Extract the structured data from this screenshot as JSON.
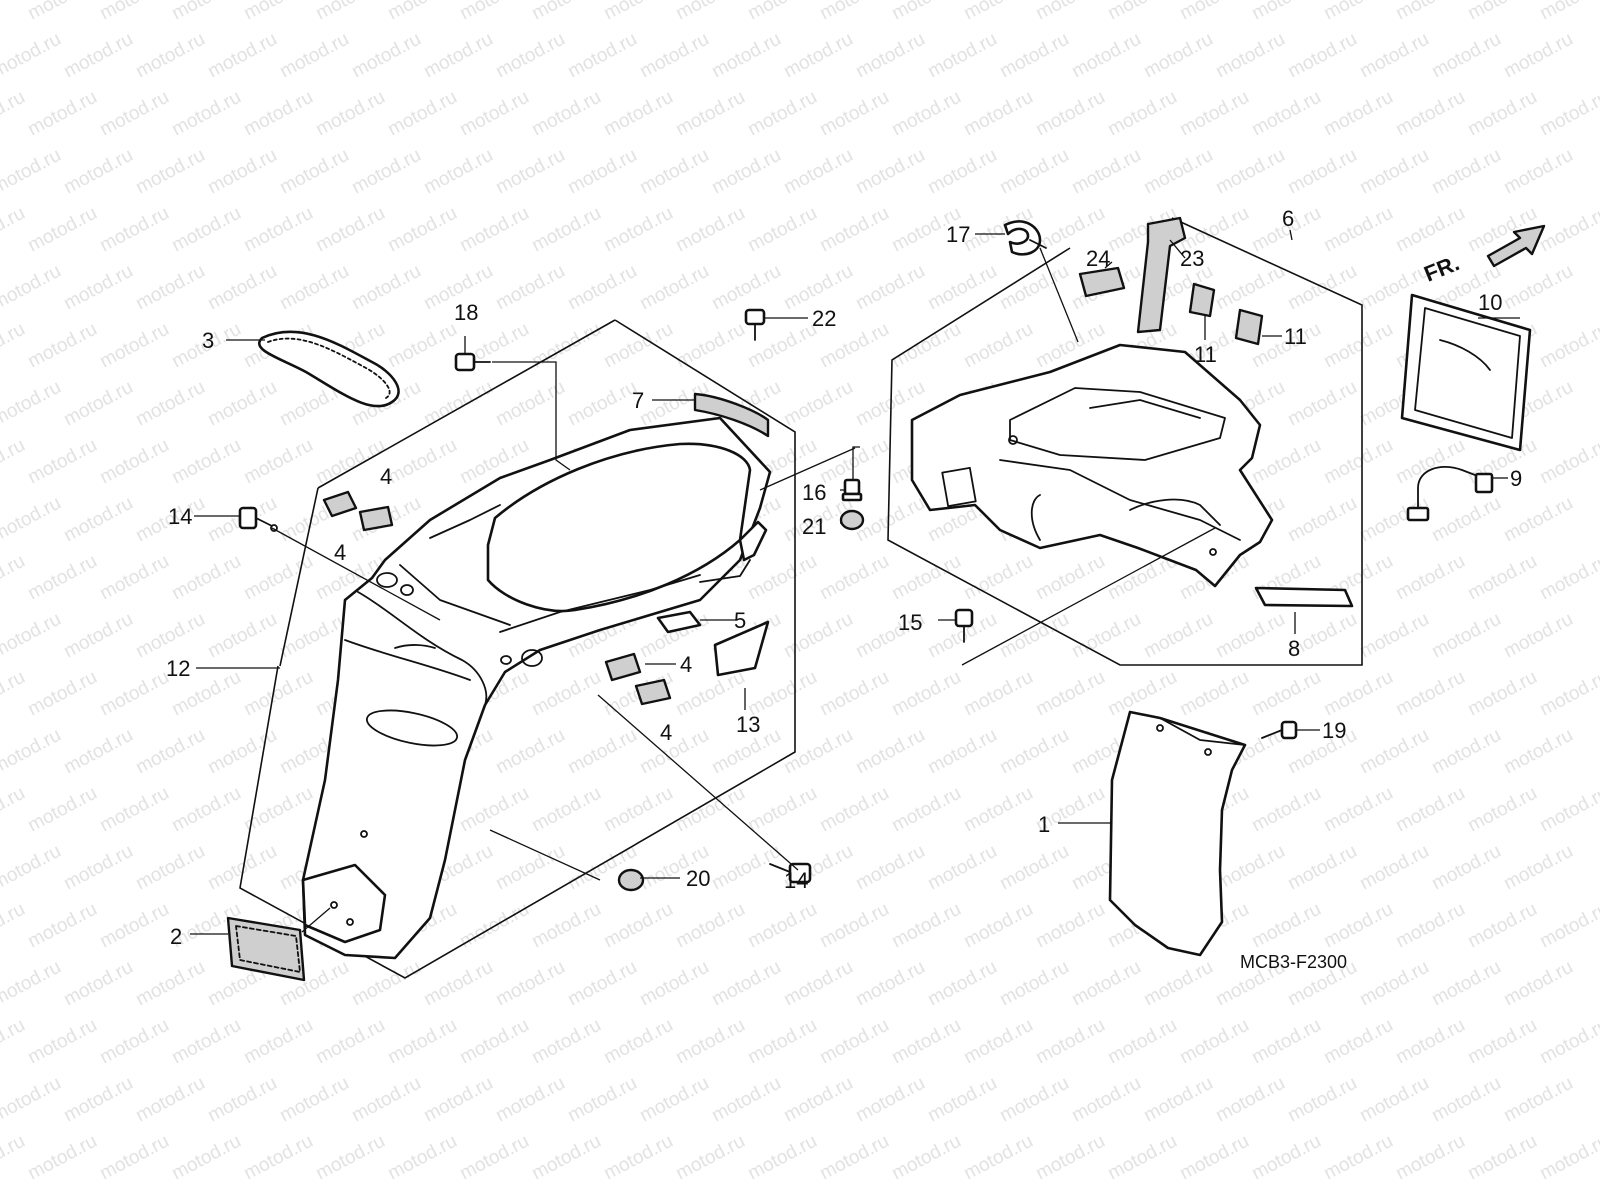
{
  "watermark": "motod.ru",
  "diagram_code": "MCB3-F2300",
  "direction_label": "FR.",
  "callouts": [
    "1",
    "2",
    "3",
    "4",
    "4",
    "4",
    "4",
    "5",
    "6",
    "7",
    "8",
    "9",
    "10",
    "11",
    "11",
    "12",
    "13",
    "14",
    "14",
    "15",
    "16",
    "17",
    "18",
    "19",
    "20",
    "21",
    "22",
    "23",
    "24"
  ],
  "colors": {
    "ink": "#111111",
    "paper": "#ffffff",
    "watermark": "#e2e2e2",
    "fill_grey": "#cfcfcf"
  }
}
